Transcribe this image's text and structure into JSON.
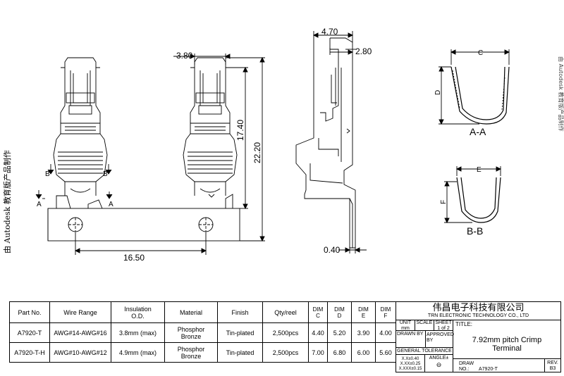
{
  "side_text": "由 Autodesk 教育版产品制作",
  "side_text_right": "由 Autodesk 教育版产品制作",
  "dimensions": {
    "d_380": "3.80",
    "d_1650": "16.50",
    "d_1740": "17.40",
    "d_2220": "22.20",
    "d_470": "4.70",
    "d_280": "2.80",
    "d_040": "0.40"
  },
  "section_markers": {
    "a": "A",
    "b": "B",
    "c": "C",
    "d": "D",
    "e": "E",
    "f": "F",
    "section_aa": "A-A",
    "section_bb": "B-B"
  },
  "table": {
    "headers": {
      "part_no": "Part No.",
      "wire_range": "Wire Range",
      "insulation_1": "Insulation",
      "insulation_2": "O.D.",
      "material": "Material",
      "finish": "Finish",
      "qty": "Qty/reel",
      "dim_c_1": "DIM",
      "dim_c_2": "C",
      "dim_d_1": "DIM",
      "dim_d_2": "D",
      "dim_e_1": "DIM",
      "dim_e_2": "E",
      "dim_f_1": "DIM",
      "dim_f_2": "F"
    },
    "rows": [
      {
        "part_no": "A7920-T",
        "wire_range": "AWG#14-AWG#16",
        "insulation": "3.8mm (max)",
        "material_1": "Phosphor",
        "material_2": "Bronze",
        "finish": "Tin-plated",
        "qty": "2,500pcs",
        "dim_c": "4.40",
        "dim_d": "5.20",
        "dim_e": "3.90",
        "dim_f": "4.00"
      },
      {
        "part_no": "A7920-T-H",
        "wire_range": "AWG#10-AWG#12",
        "insulation": "4.9mm (max)",
        "material_1": "Phosphor",
        "material_2": "Bronze",
        "finish": "Tin-plated",
        "qty": "2,500pcs",
        "dim_c": "7.00",
        "dim_d": "6.80",
        "dim_e": "6.00",
        "dim_f": "5.60"
      }
    ]
  },
  "title_block": {
    "company_cn": "伟昌电子科技有限公司",
    "company_en": "TRN ELECTRONIC TECHNOLOGY CO., LTD",
    "unit_label": "UNIT",
    "unit_value": "mm",
    "scale_label": "SCALE",
    "sheet_label": "SHEET",
    "sheet_value": "1 of 2",
    "title_label": "TITLE:",
    "title_line1": "7.92mm pitch Crimp",
    "title_line2": "Terminal",
    "drawn_by": "DRAWN BY",
    "approved_by_1": "APPROVED",
    "approved_by_2": "BY",
    "general_tolerance": "GENERAL TOLERANCE",
    "tol_1": "X.X±0.40",
    "tol_2": "X.XX±0.25",
    "tol_3": "X.XXX±0.15",
    "angle_label": "ANGLE±",
    "draw_label": "DRAW",
    "no_label": "NO.:",
    "draw_no": "A7920-T",
    "rev_label": "REV.",
    "rev_value": "B3"
  }
}
